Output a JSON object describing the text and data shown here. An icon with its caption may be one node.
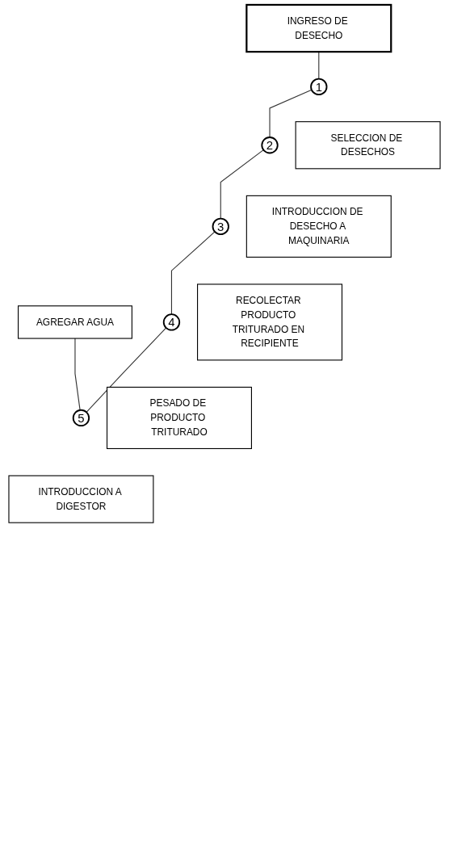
{
  "diagram": {
    "nodes": [
      {
        "text": [
          "INGRESO DE DESECHO"
        ]
      },
      {
        "text": [
          "1"
        ]
      },
      {
        "text": [
          "SELECCION DE DESECHOS"
        ]
      },
      {
        "text": [
          "2"
        ]
      },
      {
        "text": [
          "INTRODUCCION DE DESECHO A MAQUINARIA"
        ]
      },
      {
        "text": [
          "3"
        ]
      },
      {
        "text": [
          "RECOLECTAR PRODUCTO TRITURADO EN RECIPIENTE"
        ]
      },
      {
        "text": [
          "4"
        ]
      },
      {
        "text": [
          "PESADO DE PRODUCTO TRITURADO"
        ]
      },
      {
        "text": [
          "AGREGAR AGUA"
        ]
      },
      {
        "text": [
          "5"
        ]
      },
      {
        "text": [
          "INTRODUCCION A DIGESTOR"
        ]
      }
    ],
    "edges": [
      {
        "from": 0,
        "to": 1,
        "arrow": "none"
      },
      {
        "from": 1,
        "to": 3,
        "arrow": "none"
      },
      {
        "from": 3,
        "to": 5,
        "arrow": "none"
      },
      {
        "from": 5,
        "to": 7,
        "arrow": "none"
      },
      {
        "from": 7,
        "to": 10,
        "arrow": "none"
      },
      {
        "from": 9,
        "to": 10,
        "arrow": "none"
      }
    ]
  }
}
